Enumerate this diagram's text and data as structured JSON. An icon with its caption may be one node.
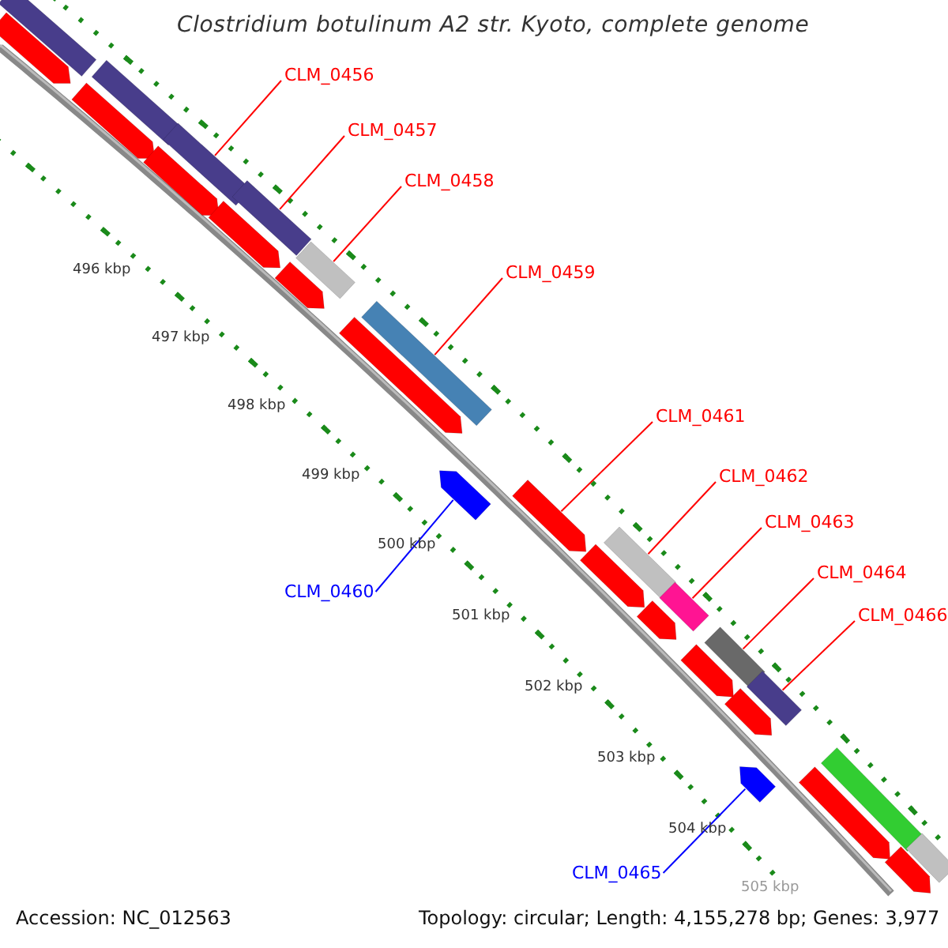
{
  "diagram": {
    "title": "Clostridium botulinum A2 str. Kyoto, complete genome",
    "nodes": [
      {
        "text": [
          "CLM_0456"
        ]
      },
      {
        "text": [
          "CLM_0457"
        ]
      },
      {
        "text": [
          "CLM_0458"
        ]
      },
      {
        "text": [
          "CLM_0459"
        ]
      },
      {
        "text": [
          "CLM_0461"
        ]
      },
      {
        "text": [
          "CLM_0462"
        ]
      },
      {
        "text": [
          "CLM_0463"
        ]
      },
      {
        "text": [
          "CLM_0460"
        ]
      },
      {
        "text": [
          "CLM_0464"
        ]
      },
      {
        "text": [
          "CLM_0466"
        ]
      },
      {
        "text": [
          "CLM_0465"
        ]
      },
      {
        "text": [],
        "shape": "bar"
      },
      {
        "text": [],
        "shape": "arrow"
      },
      {
        "text": [],
        "shape": "arrow"
      },
      {
        "text": [],
        "shape": "bar"
      },
      {
        "text": [],
        "shape": "arrow"
      },
      {
        "text": [],
        "shape": "bar"
      },
      {
        "text": [],
        "shape": "arrow"
      },
      {
        "text": [],
        "shape": "bar"
      },
      {
        "text": [],
        "shape": "arrow"
      },
      {
        "text": [],
        "shape": "bar"
      },
      {
        "text": [],
        "shape": "arrow"
      },
      {
        "text": [],
        "shape": "bar"
      },
      {
        "text": [],
        "shape": "arrow"
      },
      {
        "text": [],
        "shape": "arrow"
      },
      {
        "text": [],
        "shape": "arrow"
      },
      {
        "text": [],
        "shape": "bar"
      },
      {
        "text": [],
        "shape": "arrow"
      },
      {
        "text": [],
        "shape": "bar"
      },
      {
        "text": [],
        "shape": "arrow"
      },
      {
        "text": [],
        "shape": "bar"
      },
      {
        "text": [],
        "shape": "arrow"
      },
      {
        "text": [],
        "shape": "arrow"
      },
      {
        "text": [],
        "shape": "bar"
      },
      {
        "text": [],
        "shape": "arrow"
      },
      {
        "text": [],
        "shape": "bar"
      },
      {
        "text": [],
        "shape": "arrow"
      },
      {
        "text": [],
        "shape": "bar"
      }
    ],
    "edges": [
      {
        "from": 0,
        "to": 16,
        "arrow": "none"
      },
      {
        "from": 1,
        "to": 18,
        "arrow": "none"
      },
      {
        "from": 2,
        "to": 20,
        "arrow": "none"
      },
      {
        "from": 3,
        "to": 22,
        "arrow": "none"
      },
      {
        "from": 4,
        "to": 24,
        "arrow": "none"
      },
      {
        "from": 5,
        "to": 26,
        "arrow": "none"
      },
      {
        "from": 6,
        "to": 28,
        "arrow": "none"
      },
      {
        "from": 7,
        "to": 23,
        "arrow": "none",
        "color": "#0000ff"
      },
      {
        "from": 8,
        "to": 30,
        "arrow": "none"
      },
      {
        "from": 9,
        "to": 33,
        "arrow": "none"
      },
      {
        "from": 10,
        "to": 32,
        "arrow": "none",
        "color": "#0000ff"
      }
    ],
    "labels": [
      "496 kbp",
      "497 kbp",
      "498 kbp",
      "499 kbp",
      "500 kbp",
      "501 kbp",
      "502 kbp",
      "503 kbp",
      "504 kbp",
      "505 kbp",
      "Accession: NC_012563",
      "Topology: circular; Length: 4,155,278 bp; Genes: 3,977"
    ]
  }
}
